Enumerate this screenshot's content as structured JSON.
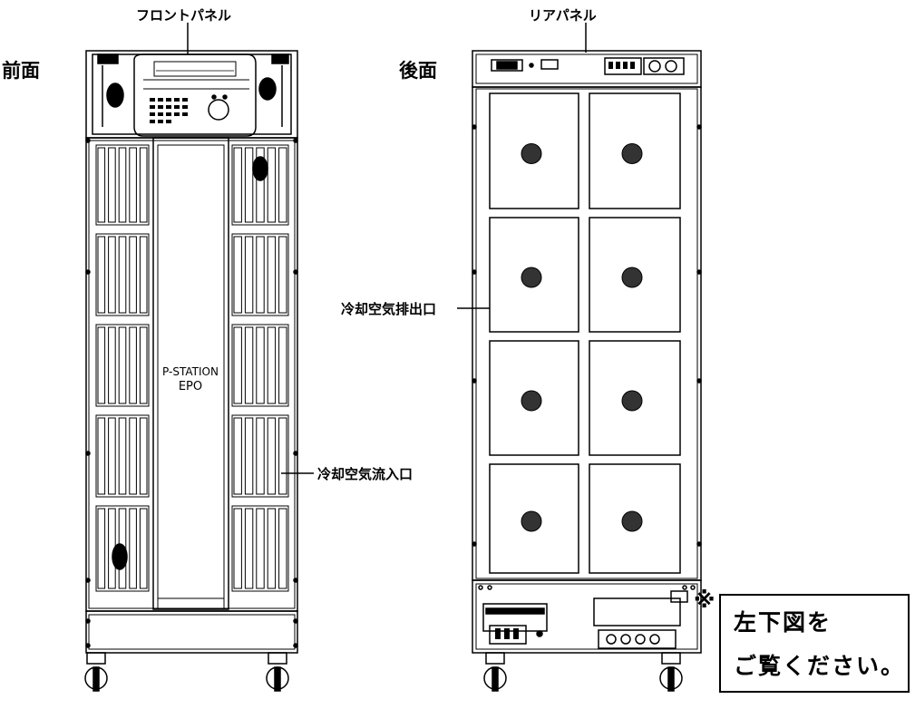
{
  "labels": {
    "front_panel": "フロントパネル",
    "rear_panel": "リアパネル",
    "front_side": "前面",
    "rear_side": "後面",
    "exhaust": "冷却空気排出口",
    "intake": "冷却空気流入口",
    "asterisk": "※"
  },
  "front_logo": {
    "line1": "P-STATION",
    "line2": "EPO"
  },
  "note": {
    "line1": "左下図を",
    "line2": "ご覧ください。"
  }
}
